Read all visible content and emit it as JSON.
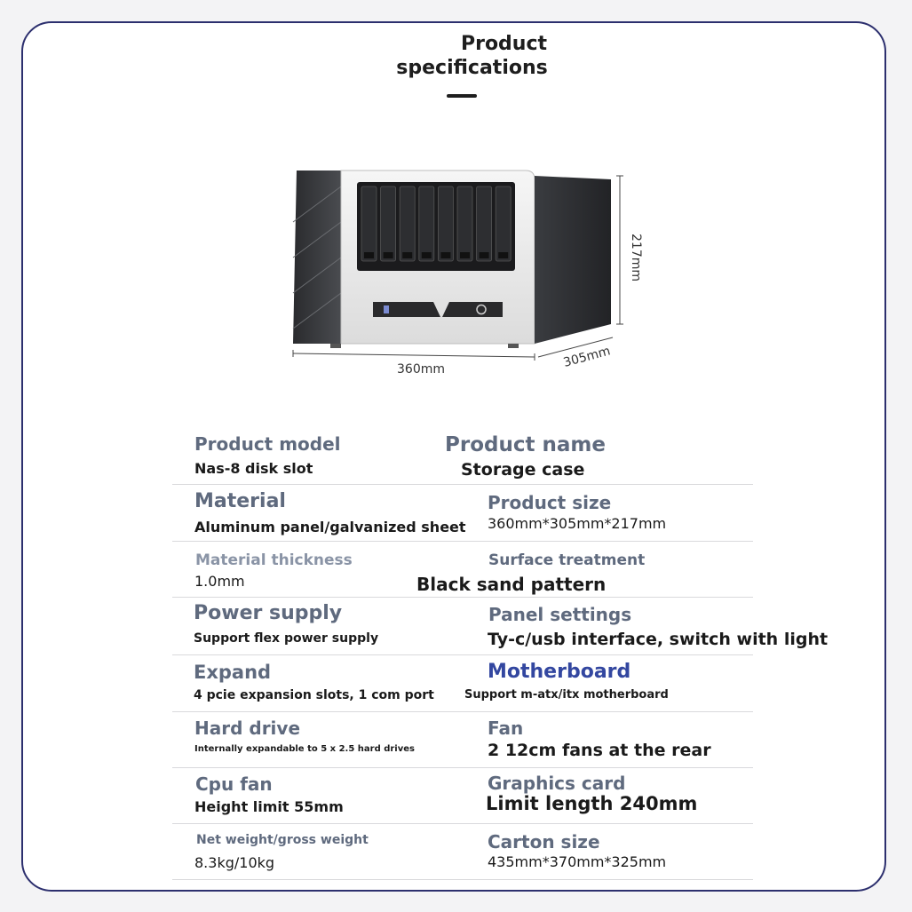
{
  "header": {
    "title_line1": "Product",
    "title_line2": "specifications"
  },
  "figure": {
    "width_label": "360mm",
    "depth_label": "305mm",
    "height_label": "217mm",
    "bay_count": 8
  },
  "specs": [
    {
      "left": {
        "label": "Product model",
        "value": "Nas-8 disk slot"
      },
      "right": {
        "label": "Product name",
        "value": "Storage case"
      }
    },
    {
      "left": {
        "label": "Material",
        "value": "Aluminum panel/galvanized sheet"
      },
      "right": {
        "label": "Product size",
        "value": "360mm*305mm*217mm"
      }
    },
    {
      "left": {
        "label": "Material thickness",
        "value": "1.0mm"
      },
      "right": {
        "label": "Surface treatment",
        "value": "Black sand pattern"
      }
    },
    {
      "left": {
        "label": "Power supply",
        "value": "Support flex power supply"
      },
      "right": {
        "label": "Panel settings",
        "value": "Ty-c/usb interface, switch with light"
      }
    },
    {
      "left": {
        "label": "Expand",
        "value": "4 pcie expansion slots, 1 com port"
      },
      "right": {
        "label": "Motherboard",
        "value": "Support m-atx/itx motherboard"
      }
    },
    {
      "left": {
        "label": "Hard drive",
        "value": "Internally expandable to 5 x 2.5 hard drives"
      },
      "right": {
        "label": "Fan",
        "value": "2 12cm fans at the rear"
      }
    },
    {
      "left": {
        "label": "Cpu fan",
        "value": "Height limit 55mm"
      },
      "right": {
        "label": "Graphics card",
        "value": "Limit length 240mm"
      }
    },
    {
      "left": {
        "label": "Net weight/gross weight",
        "value": "8.3kg/10kg"
      },
      "right": {
        "label": "Carton size",
        "value": "435mm*370mm*325mm"
      }
    }
  ],
  "colors": {
    "border": "#2c2f6e",
    "label": "#5f6a7e",
    "label_light": "#8a94a6",
    "accent_blue": "#3347a0",
    "value": "#1a1a1a"
  }
}
